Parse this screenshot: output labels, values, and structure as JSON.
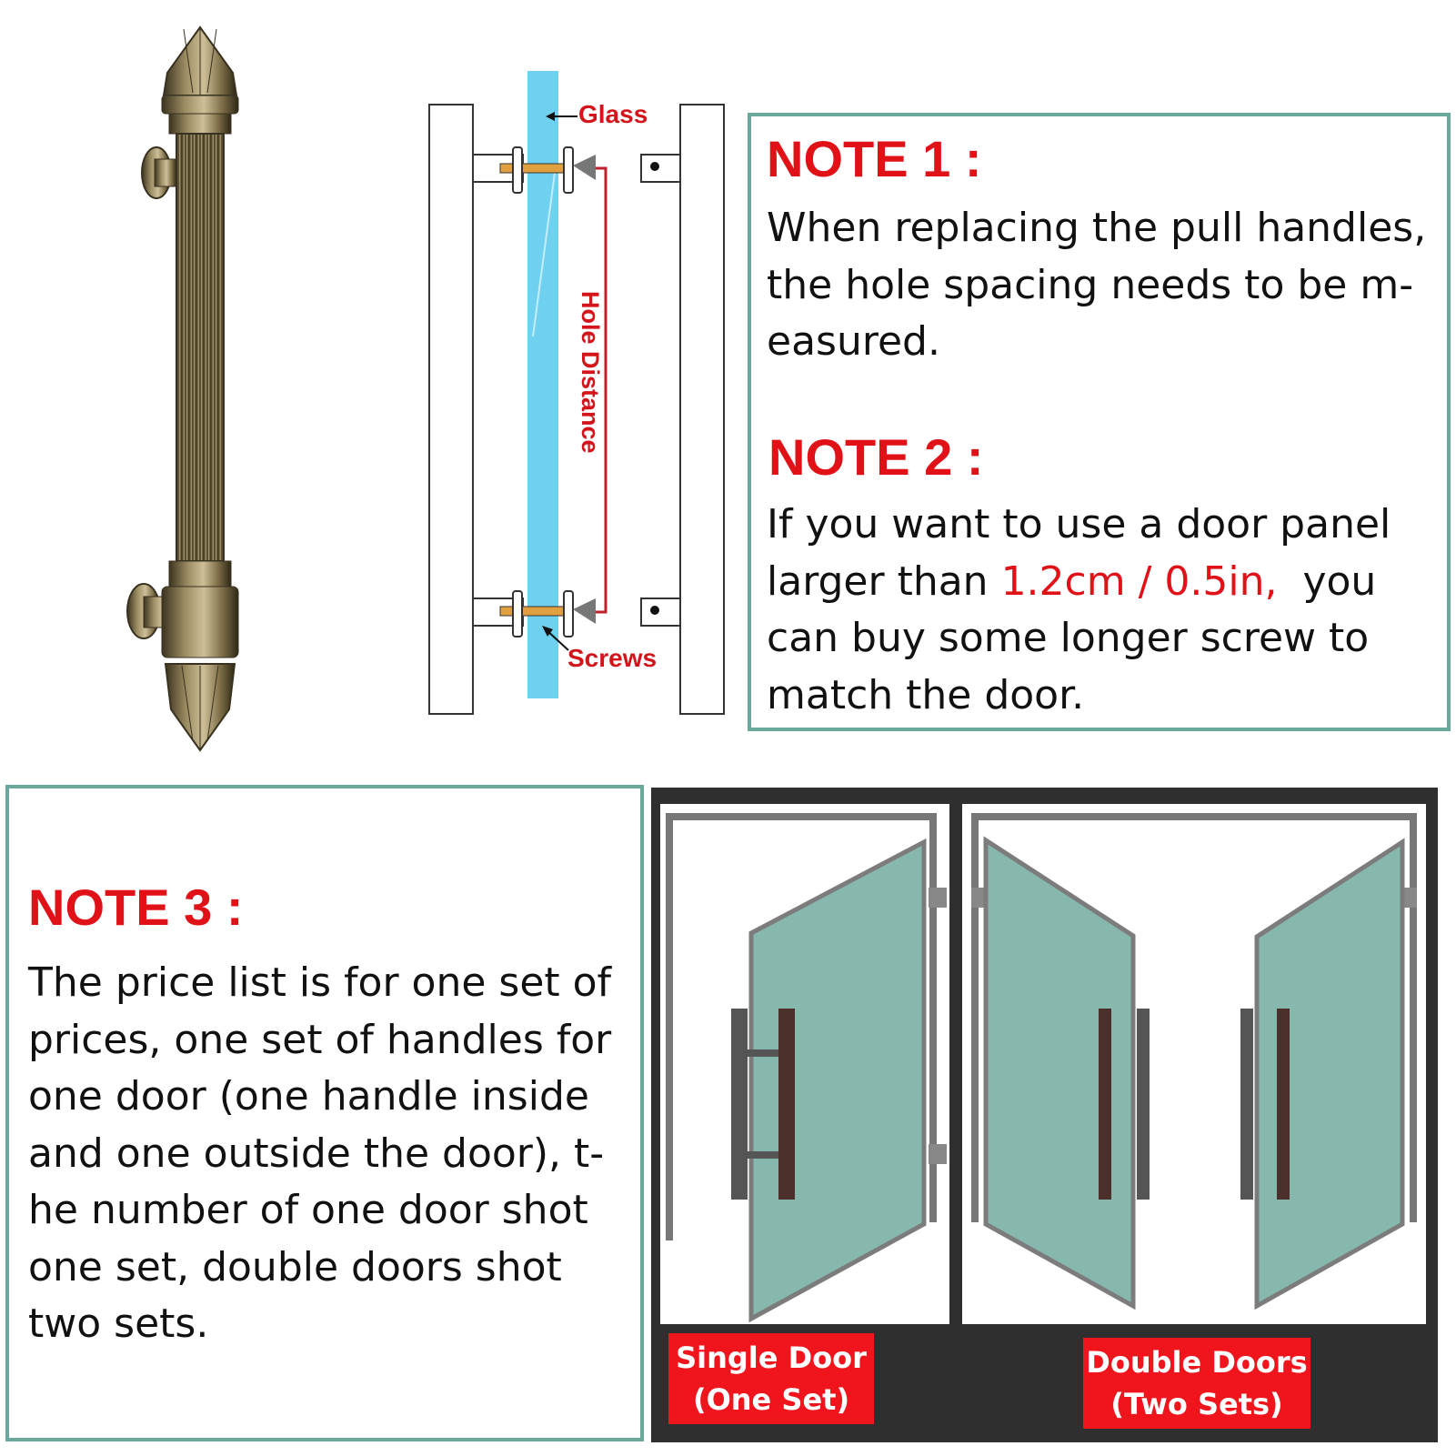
{
  "diagram": {
    "glass_label": "Glass",
    "hole_distance_label": "Hole Distance",
    "screws_label": "Screws"
  },
  "note1": {
    "title": "NOTE 1 :",
    "lines": [
      "When replacing the pull handles,",
      "the hole spacing needs to be m-",
      "easured."
    ]
  },
  "note2": {
    "title": "NOTE 2 :",
    "line1": "If you want to use a door panel",
    "line2_before": "larger than ",
    "line2_highlight": "1.2cm / 0.5in,",
    "line2_after": "  you",
    "line3": "can buy some longer screw to",
    "line4": "match the door."
  },
  "note3": {
    "title": "NOTE 3 :",
    "lines": [
      "The price list is for one set of",
      "prices, one set of handles for",
      "one door (one handle inside",
      "and one outside the door), t-",
      "he number of one door shot",
      "one set, double doors shot",
      "two sets."
    ]
  },
  "doors": {
    "single_line1": "Single Door",
    "single_line2": "(One Set)",
    "double_line1": "Double Doors",
    "double_line2": "(Two Sets)"
  },
  "colors": {
    "accent_red": "#e01218",
    "box_border": "#6aa89c",
    "glass_blue": "#6fd0f0",
    "door_glass": "#86b8ae",
    "handle_bronze": "#8a7a55"
  }
}
